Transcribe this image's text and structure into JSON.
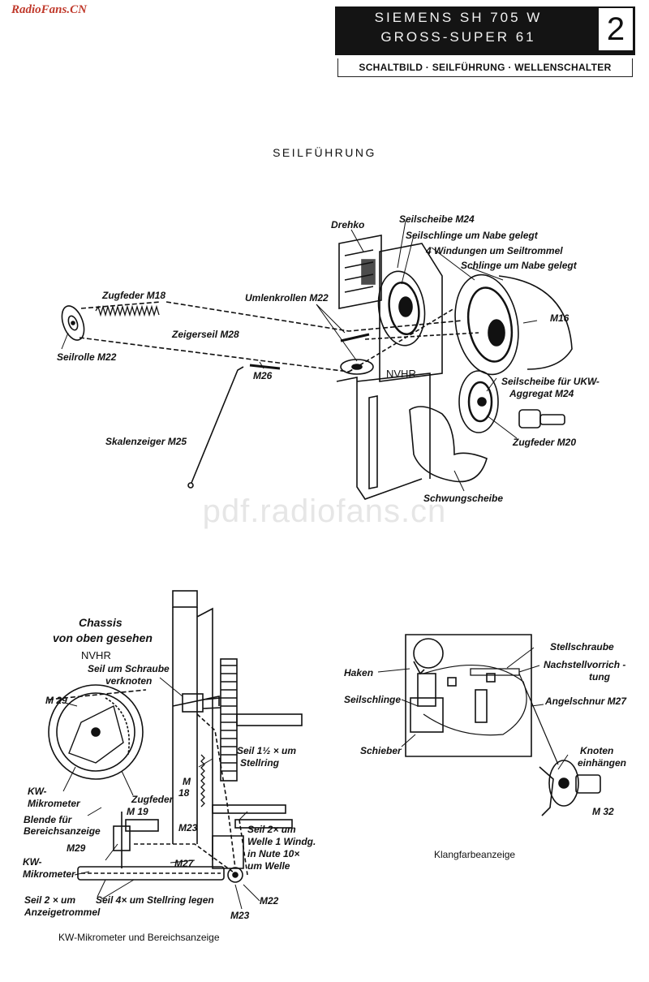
{
  "watermark_top": "RadioFans.CN",
  "header": {
    "line1": "SIEMENS SH 705 W",
    "line2": "GROSS-SUPER 61",
    "page_number": "2"
  },
  "subheader": "SCHALTBILD · SEILFÜHRUNG · WELLENSCHALTER",
  "section_title": "SEILFÜHRUNG",
  "watermark_center": "pdf.radiofans.cn",
  "top_labels": {
    "drehko": "Drehko",
    "seilscheibe_m24": "Seilscheibe M24",
    "seilschlinge": "Seilschlinge um Nabe gelegt",
    "windungen": "4 Windungen um Seiltrommel",
    "schlinge": "Schlinge um Nabe gelegt",
    "zugfeder_m18": "Zugfeder M18",
    "umlenkrollen": "Umlenkrollen M22",
    "m16": "M16",
    "zeigerseil": "Zeigerseil M28",
    "seilrolle": "Seilrolle M22",
    "m26": "M26",
    "nvhr": "NVHR",
    "seilscheibe_ukw_1": "Seilscheibe für UKW-",
    "seilscheibe_ukw_2": "Aggregat M24",
    "skalenzeiger": "Skalenzeiger M25",
    "zugfeder_m20": "Zugfeder M20",
    "schwungscheibe": "Schwungscheibe"
  },
  "left_labels": {
    "chassis_1": "Chassis",
    "chassis_2": "von oben gesehen",
    "nvhr": "NVHR",
    "seil_schraube_1": "Seil um Schraube",
    "seil_schraube_2": "verknoten",
    "m29_top": "M 29",
    "seil_stellring_1": "Seil 1½ × um",
    "seil_stellring_2": "Stellring",
    "m18_a": "M",
    "m18_b": "18",
    "kw_1": "KW-",
    "kw_2": "Mikrometer",
    "zugfeder_1": "Zugfeder",
    "zugfeder_2": "M 19",
    "blende_1": "Blende für",
    "blende_2": "Bereichsanzeige",
    "m23_top": "M23",
    "seil_welle_1": "Seil 2× um",
    "seil_welle_2": "Welle 1 Windg.",
    "seil_welle_3": "in Nute 10×",
    "seil_welle_4": "um Welle",
    "m29_bottom": "M29",
    "kw_b1": "KW-",
    "kw_b2": "Mikrometer",
    "m27": "M27",
    "seil_anzeige_1": "Seil 2 × um",
    "seil_anzeige_2": "Anzeigetrommel",
    "seil_4x": "Seil 4× um Stellring legen",
    "m22": "M22",
    "m23_bottom": "M23",
    "caption": "KW-Mikrometer und Bereichsanzeige"
  },
  "right_labels": {
    "stellschraube": "Stellschraube",
    "haken": "Haken",
    "nachstell_1": "Nachstellvorrich -",
    "nachstell_2": "tung",
    "angelschnur": "Angelschnur M27",
    "seilschlinge": "Seilschlinge",
    "schieber": "Schieber",
    "knoten_1": "Knoten",
    "knoten_2": "einhängen",
    "m32": "M 32",
    "caption": "Klangfarbeanzeige"
  }
}
